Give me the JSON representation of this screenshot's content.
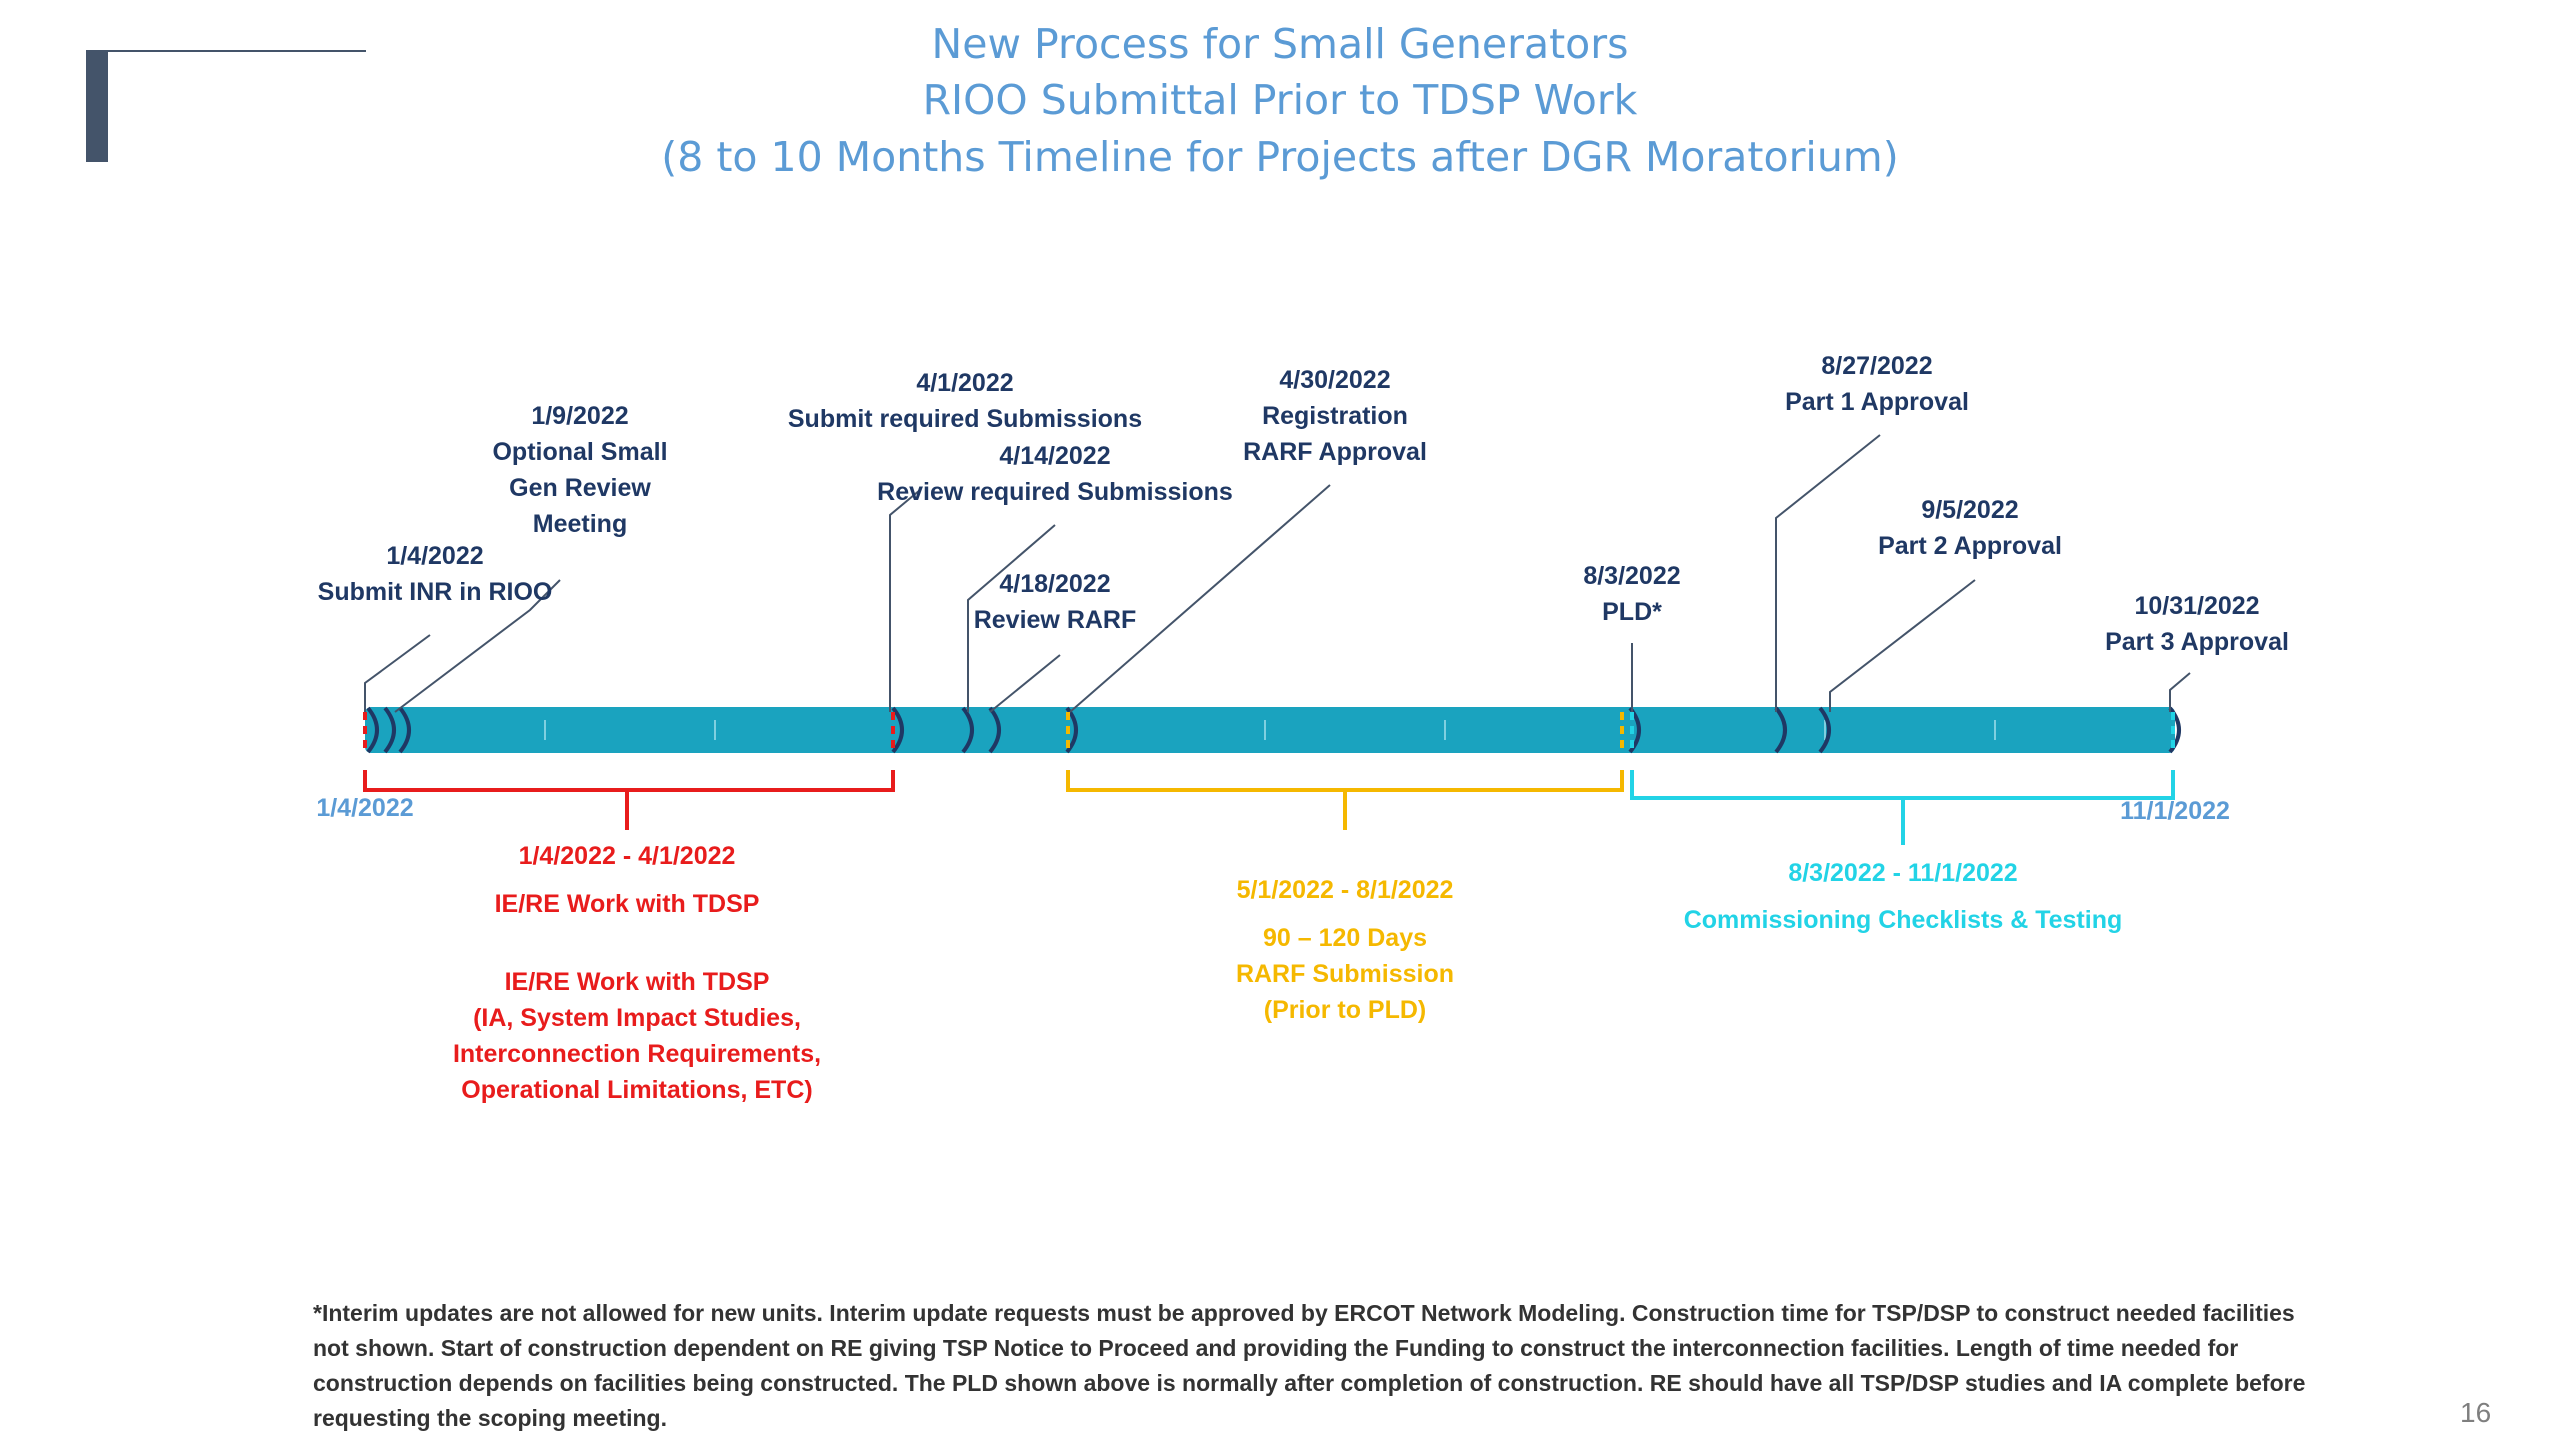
{
  "title": {
    "line1": "New Process for Small Generators",
    "line2": "RIOO Submittal Prior to TDSP Work",
    "line3": "(8 to 10 Months Timeline for Projects after DGR Moratorium)"
  },
  "milestones": {
    "inr": {
      "date": "1/4/2022",
      "text": "Submit INR in RIOO"
    },
    "gen_review": {
      "date": "1/9/2022",
      "line1": "Optional Small",
      "line2": "Gen Review",
      "line3": "Meeting"
    },
    "submit_req": {
      "date": "4/1/2022",
      "text": "Submit required Submissions"
    },
    "review_req": {
      "date": "4/14/2022",
      "text": "Review required Submissions"
    },
    "review_rarf": {
      "date": "4/18/2022",
      "text": "Review RARF"
    },
    "registration": {
      "date": "4/30/2022",
      "line1": "Registration",
      "line2": "RARF Approval"
    },
    "pld": {
      "date": "8/3/2022",
      "text": "PLD*"
    },
    "part1": {
      "date": "8/27/2022",
      "text": "Part 1 Approval"
    },
    "part2": {
      "date": "9/5/2022",
      "text": "Part 2 Approval"
    },
    "part3": {
      "date": "10/31/2022",
      "text": "Part 3 Approval"
    }
  },
  "axis": {
    "start": "1/4/2022",
    "end": "11/1/2022"
  },
  "brackets": {
    "red": {
      "range": "1/4/2022 - 4/1/2022",
      "label": "IE/RE Work with TDSP",
      "detail_title": "IE/RE Work with TDSP",
      "detail_1": "(IA, System Impact Studies,",
      "detail_2": "Interconnection Requirements,",
      "detail_3": "Operational Limitations, ETC)"
    },
    "orange": {
      "range": "5/1/2022 - 8/1/2022",
      "line1": "90 – 120 Days",
      "line2": "RARF Submission",
      "line3": "(Prior to PLD)"
    },
    "cyan": {
      "range": "8/3/2022 - 11/1/2022",
      "label": "Commissioning Checklists & Testing"
    }
  },
  "footnote": "*Interim updates are not allowed for new units. Interim update requests must be approved by ERCOT Network Modeling.  Construction time for TSP/DSP to construct needed facilities not shown.  Start of construction dependent on RE giving TSP Notice to Proceed and providing the Funding to construct the interconnection facilities.  Length of time needed for construction depends on facilities being constructed.  The PLD shown above is normally after completion of construction.  RE should have all TSP/DSP studies and IA complete before requesting the scoping meeting.",
  "page_number": "16",
  "colors": {
    "title": "#5b9bd5",
    "bar": "#1aa3bf",
    "red": "#e81c1c",
    "orange": "#f5b800",
    "cyan": "#22d3e6",
    "navy": "#1f3864"
  }
}
